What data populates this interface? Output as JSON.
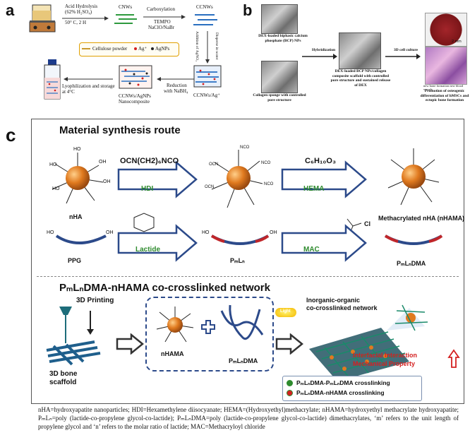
{
  "panel_a": {
    "label": "a",
    "step1": "Acid Hydrolysis",
    "step1_cond1": "(62% H₂SO₄)",
    "step1_cond2": "50° C, 2 H",
    "cnws": "CNWs",
    "carboxylation": "Carboxylation",
    "tempo": "TEMPO",
    "naclo": "NaClO/NaBr",
    "ccnws": "CCNWs",
    "disperse": "Disperse in water",
    "addition": "Addition of AgNO₃",
    "legend_cellulose": "Cellulose powder",
    "legend_ag": "Ag⁺",
    "legend_agnps": "AgNPs",
    "reduction": "Reduction",
    "with_nabh4": "with NaBH₄",
    "ccnws_ag": "CCNWs/Ag⁺",
    "lyophilization": "Lyophilization and storage at 4°C",
    "ccnws_agnps": "CCNWs/AgNPs",
    "nanocomposite": "Nanocomposite"
  },
  "panel_b": {
    "label": "b",
    "dex_bcp": "DEX-loaded biphasic calcium phosphate (BCP) NPs",
    "collagen": "Collagen sponge with controlled pore structure",
    "hybridization": "Hybridization",
    "composite": "DEX-loaded BCP NPs/collagen composite scaffold with controlled pore structure and sustained release of DEX",
    "culture": "3D cell culture",
    "promotion": "Promotion of osteogenic differentiation of hMSCs and ectopic bone formation",
    "legend_tiny": "new bone formation  new blood vessels",
    "scale1": "2 mm"
  },
  "panel_c": {
    "label": "c",
    "route_title": "Material synthesis route",
    "reagent1": "OCN(CH2)₆NCO",
    "hdi": "HDI",
    "reagent2": "C₆H₁₀O₃",
    "hema": "HEMA",
    "nha": "nHA",
    "methacrylated": "Methacrylated nHA (nHAMA)",
    "ppg": "PPG",
    "lactide": "Lactide",
    "pmln": "PₘLₙ",
    "mac": "MAC",
    "cl": "Cl",
    "pmlndma": "PₘLₙDMA",
    "network_title": "PₘLₙDMA-nHAMA co-crosslinked network",
    "printing": "3D Printing",
    "bone_scaffold_1": "3D bone",
    "bone_scaffold_2": "scaffold",
    "nhama": "nHAMA",
    "pmlndma2": "PₘLₙDMA",
    "light": "Light",
    "inorganic_1": "Inorganic-organic",
    "inorganic_2": "co-crosslinked  network",
    "interfacial": "Interfacial Interaction",
    "mechanical": "Mechanical Property",
    "legend1": "PₘLₙDMA-PₘLₙDMA crosslinking",
    "legend2": "PₘLₙDMA-nHAMA  crosslinking",
    "ho": "HO",
    "oh": "OH",
    "nco": "NCO",
    "ocn": "OCN"
  },
  "footnote": "nHA=hydroxyapatite nanoparticles; HDI=Hexamethylene diisocyanate; HEMA=(Hydroxyethyl)methacrylate; nHAMA=hydroxyethyl methacrylate hydroxyapatite; PₘLₙ=poly (lactide-co-propylene glycol-co-lactide); PₘLₙDMA=poly (lactide-co-propylene glycol-co-lactide) dimethacrylates, ‘m’ refers to the unit length of propylene glycol and ‘n’ refers to the molar ratio of lactide; MAC=Methacryloyl chloride",
  "colors": {
    "arrow_blue": "#2c4a8a",
    "green_label": "#2e8b2e",
    "sphere_orange": "#e07a1f",
    "red_accent": "#d42020",
    "teal": "#1d6d7a"
  }
}
